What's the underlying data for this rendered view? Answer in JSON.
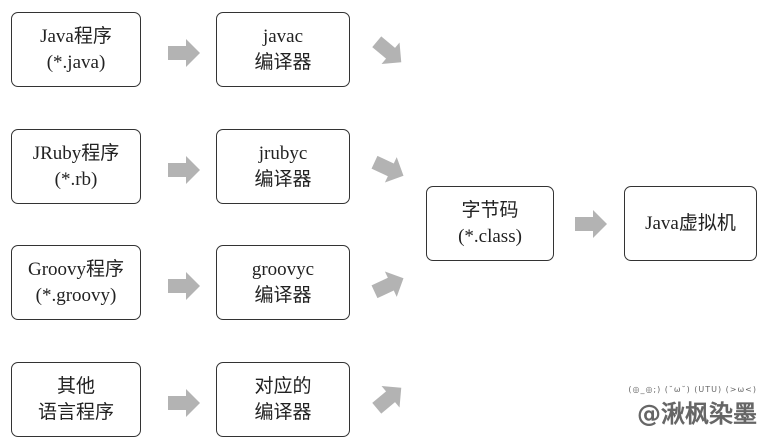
{
  "sources": [
    {
      "line1": "Java程序",
      "line2": "(*.java)"
    },
    {
      "line1": "JRuby程序",
      "line2": "(*.rb)"
    },
    {
      "line1": "Groovy程序",
      "line2": "(*.groovy)"
    },
    {
      "line1": "其他",
      "line2": "语言程序"
    }
  ],
  "compilers": [
    {
      "line1": "javac",
      "line2": "编译器"
    },
    {
      "line1": "jrubyc",
      "line2": "编译器"
    },
    {
      "line1": "groovyc",
      "line2": "编译器"
    },
    {
      "line1": "对应的",
      "line2": "编译器"
    }
  ],
  "bytecode": {
    "line1": "字节码",
    "line2": "(*.class)"
  },
  "jvm": {
    "label": "Java虚拟机"
  },
  "watermark": {
    "faces": "(◎_◎;) (˘ω˘) (UTU) (>ω<)",
    "name": "@湫枫染墨"
  },
  "colors": {
    "arrow": "#b3b3b3",
    "border": "#333333"
  }
}
